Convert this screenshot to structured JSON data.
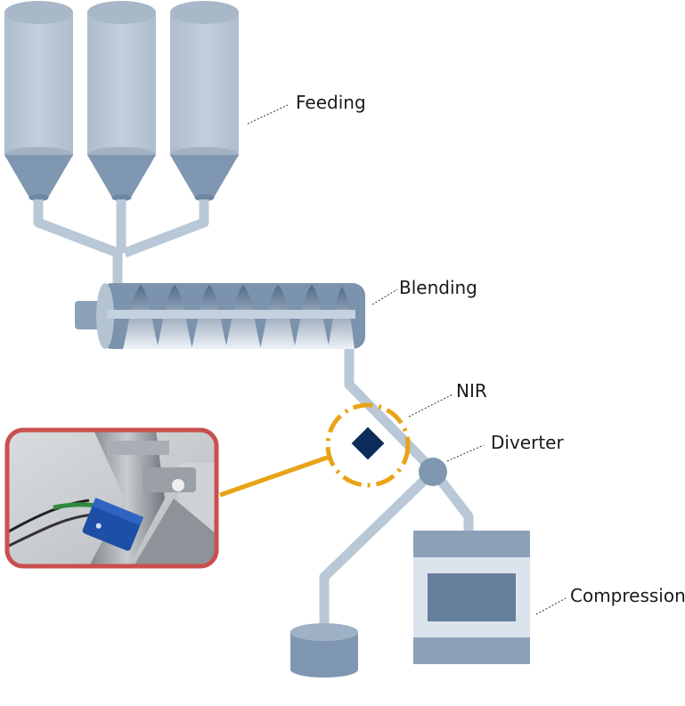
{
  "labels": {
    "feeding": "Feeding",
    "blending": "Blending",
    "nir": "NIR",
    "diverter": "Diverter",
    "compression": "Compression"
  },
  "colors": {
    "pipe": "#b9c8d6",
    "silo_body": "#b7c5d3",
    "silo_cone": "#7f97b0",
    "blender": "#7b93ad",
    "nir_sensor": "#0c2d5b",
    "nir_ring": "#e8a317",
    "photo_frame": "#c9504e",
    "press_frame": "#8ca0b7",
    "press_window": "#667f9b",
    "press_body": "#dbe3ec"
  },
  "icons": {
    "photo": "nir-probe-installation-photo"
  }
}
